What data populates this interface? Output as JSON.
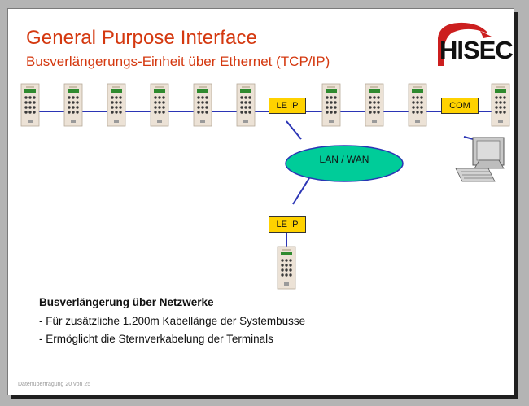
{
  "slide": {
    "title": "General Purpose Interface",
    "subtitle": "Busverlängerungs-Einheit über Ethernet (TCP/IP)",
    "logo_text": "HISEC",
    "footer": "Datenübertragung 20 von 25"
  },
  "diagram": {
    "network_label": "LAN / WAN",
    "top_interface_label": "LE IP",
    "bottom_interface_label": "LE IP",
    "com_label": "COM",
    "colors": {
      "bus_line": "#2b35b5",
      "network_cloud": "#00cc99",
      "interface_box": "#ffd200",
      "title": "#d4380f"
    }
  },
  "notes": {
    "heading": "Busverlängerung über Netzwerke",
    "items": [
      "- Für zusätzliche 1.200m Kabellänge der Systembusse",
      "- Ermöglicht die Sternverkabelung der Terminals"
    ]
  }
}
